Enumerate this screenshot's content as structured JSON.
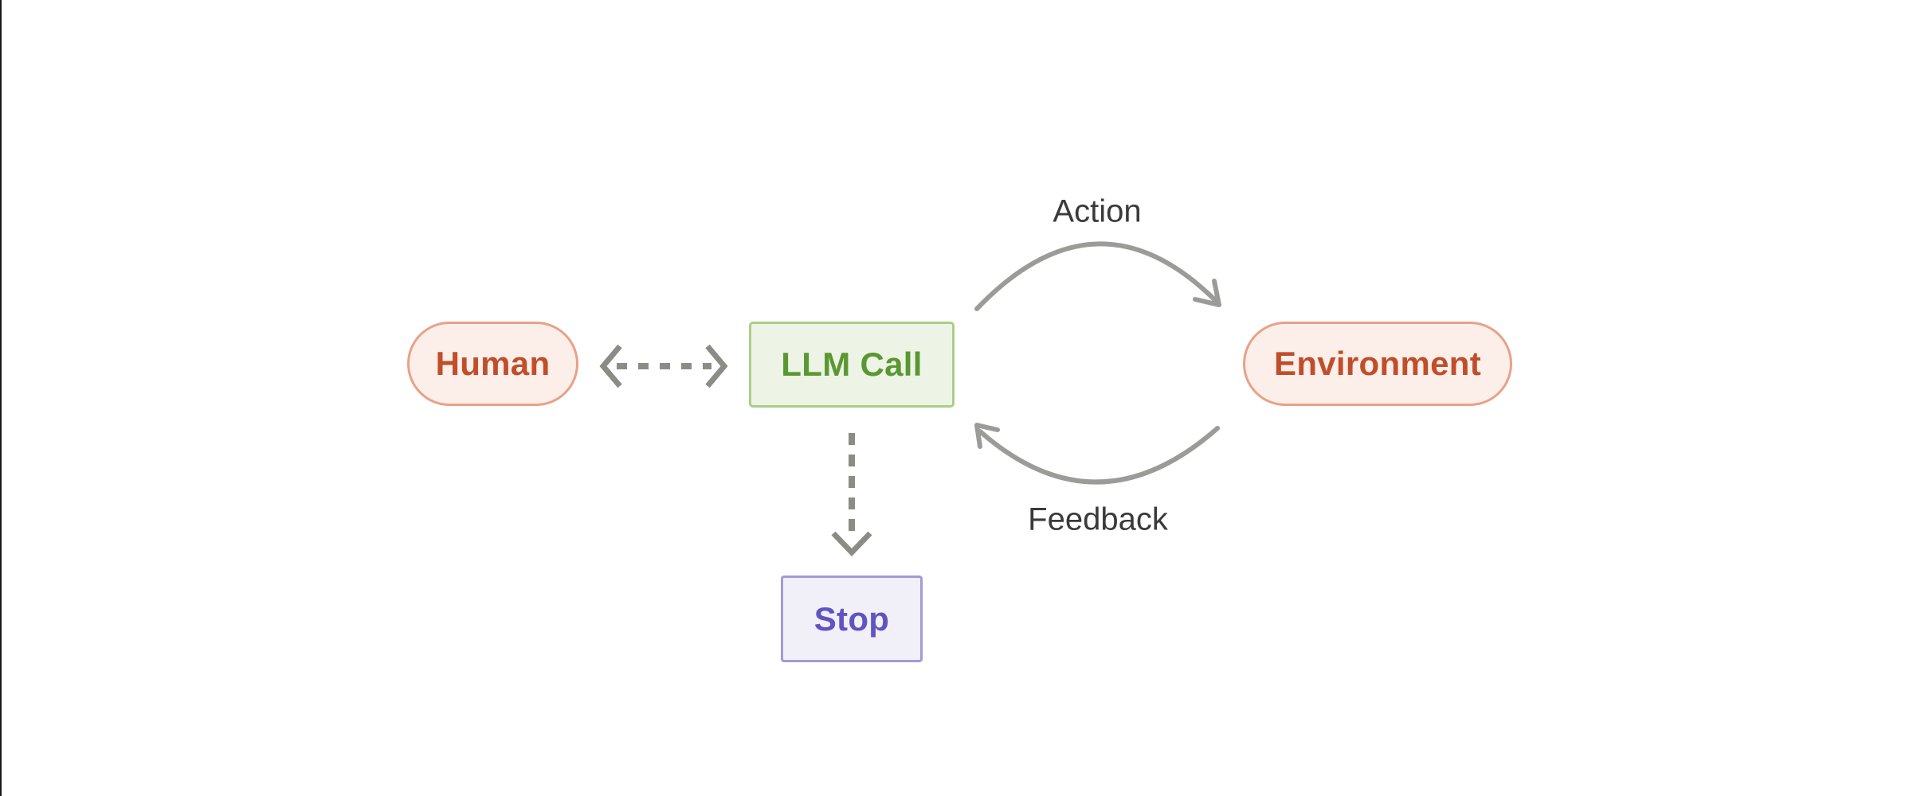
{
  "diagram": {
    "background": "#ffffff",
    "nodes": [
      {
        "id": "human",
        "label": "Human",
        "shape": "pill",
        "fill": "#fcefe9",
        "border_color": "#e9a188",
        "text_color": "#bf4e2b"
      },
      {
        "id": "llm-call",
        "label": "LLM Call",
        "shape": "rectangle",
        "fill": "#edf4e5",
        "border_color": "#abce87",
        "text_color": "#5a9733"
      },
      {
        "id": "environment",
        "label": "Environment",
        "shape": "pill",
        "fill": "#fcefe9",
        "border_color": "#e9a188",
        "text_color": "#bf4e2b"
      },
      {
        "id": "stop",
        "label": "Stop",
        "shape": "rectangle",
        "fill": "#f1f0f8",
        "border_color": "#a29ad9",
        "text_color": "#6054c0"
      }
    ],
    "edges": [
      {
        "from": "human",
        "to": "llm-call",
        "style": "dashed",
        "arrows": "both",
        "label": ""
      },
      {
        "from": "llm-call",
        "to": "environment",
        "style": "curved-solid",
        "arrows": "end",
        "label": "Action"
      },
      {
        "from": "environment",
        "to": "llm-call",
        "style": "curved-solid",
        "arrows": "end",
        "label": "Feedback"
      },
      {
        "from": "llm-call",
        "to": "stop",
        "style": "dashed",
        "arrows": "end",
        "label": ""
      }
    ],
    "colors": {
      "dashed_arrow": "#8c8c86",
      "curved_arrow": "#9b9b97",
      "edge_label_text": "#3a3a3a",
      "window_edge": "#1a1a1a"
    }
  }
}
